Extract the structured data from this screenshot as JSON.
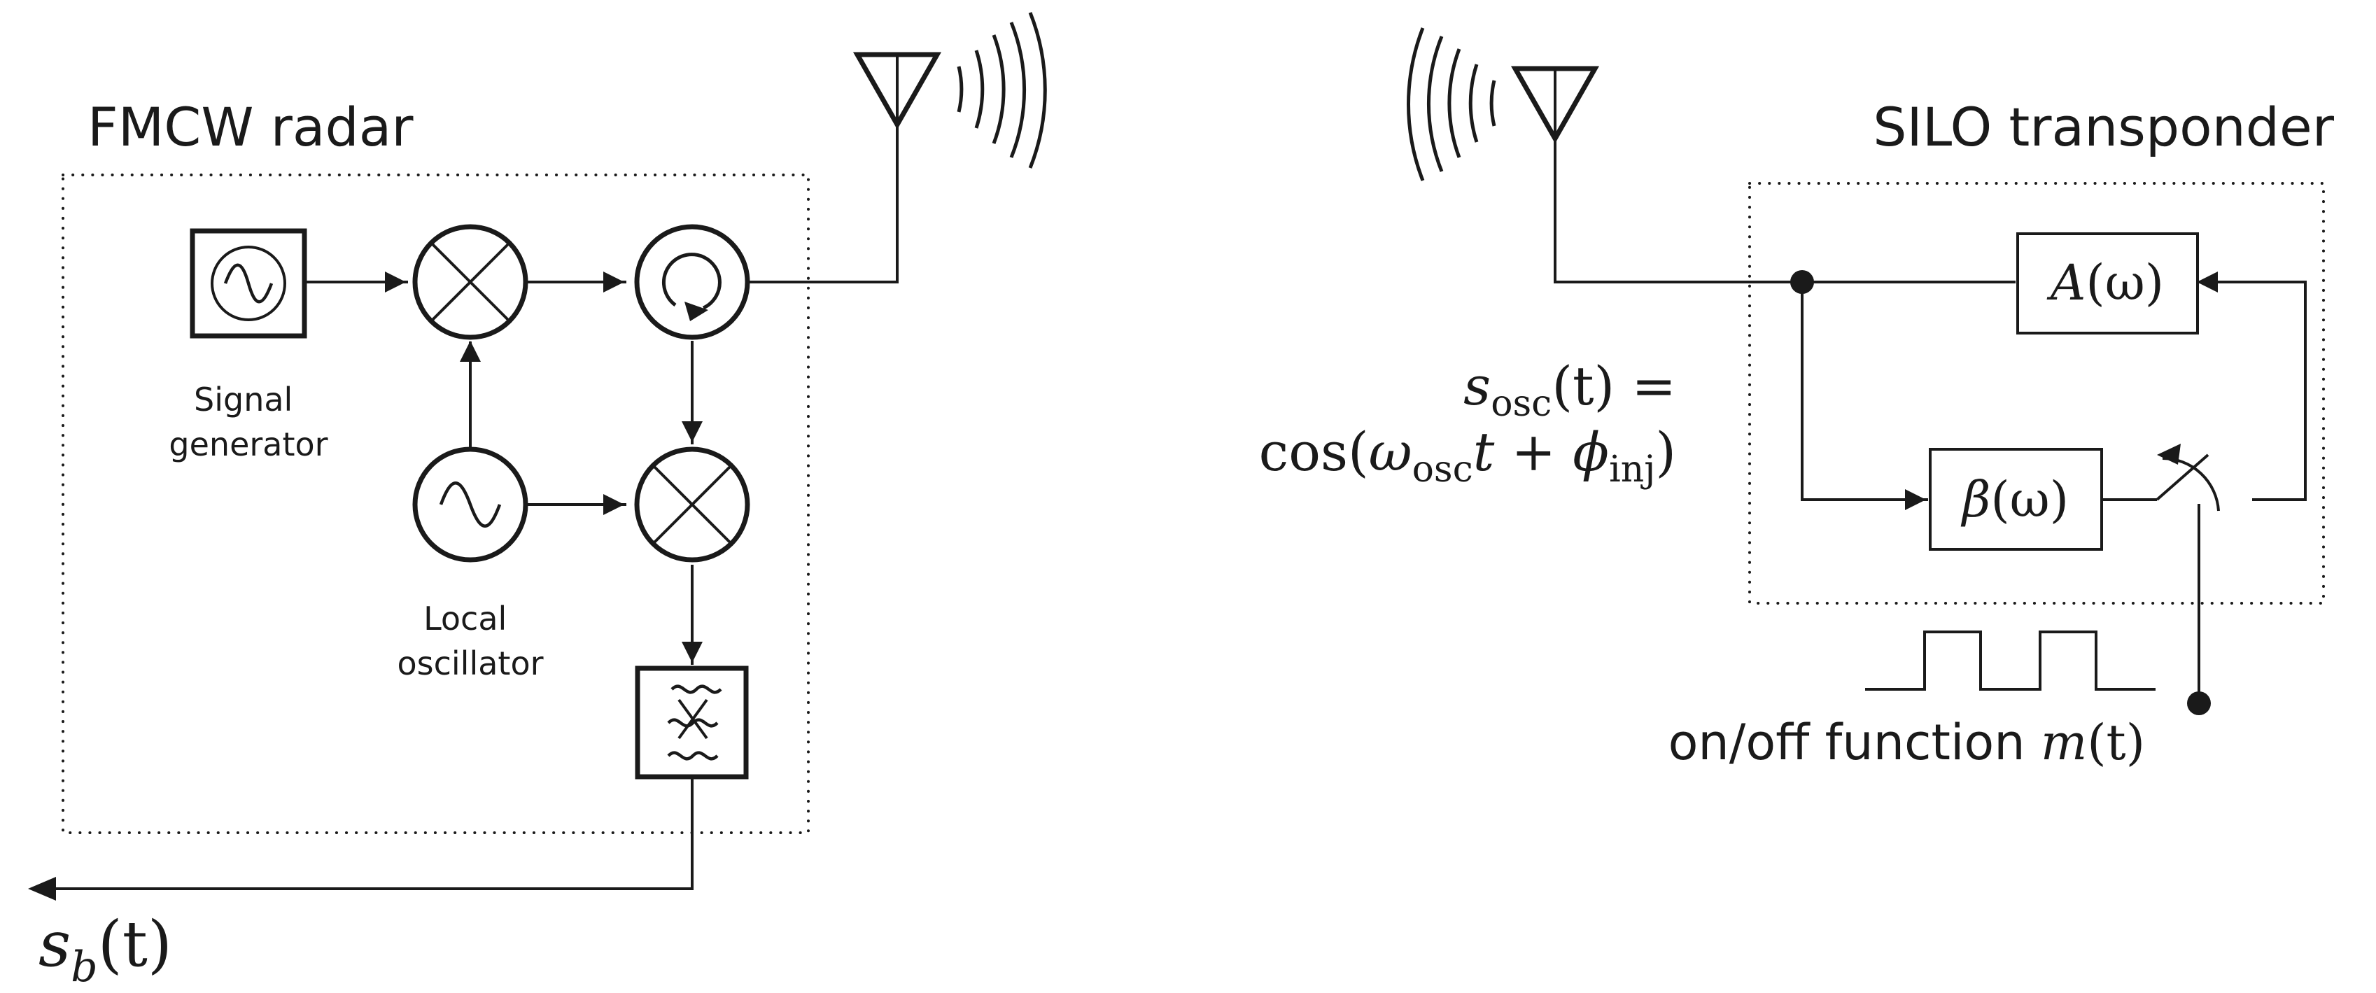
{
  "radar": {
    "title": "FMCW radar",
    "signal_generator_label": [
      "Signal",
      "generator"
    ],
    "local_oscillator_label": [
      "Local",
      "oscillator"
    ],
    "output_signal": {
      "main": "s",
      "sub": "b",
      "arg": "(t)"
    }
  },
  "transponder": {
    "title": "SILO transponder",
    "amplifier_label": {
      "main": "A",
      "arg": "(ω)"
    },
    "feedback_label": {
      "main": "β",
      "arg": "(ω)"
    },
    "oscillation_equation": {
      "line1": {
        "main": "s",
        "sub": "osc",
        "rest": "(t) ="
      },
      "line2": {
        "pre": "cos(",
        "omega": "ω",
        "omega_sub": "osc",
        "t": "t",
        "plus": " + ",
        "phi": "ϕ",
        "phi_sub": "inj",
        "post": ")"
      }
    },
    "switch_function": {
      "text": "on/off function ",
      "symbol": "m",
      "arg": "(t)"
    }
  }
}
